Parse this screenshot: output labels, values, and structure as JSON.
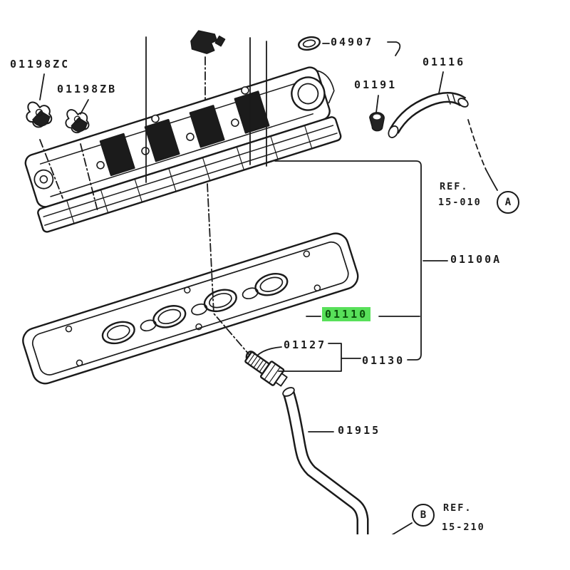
{
  "diagram_type": "engine-parts-catalog-exploded-view",
  "colors": {
    "background": "#ffffff",
    "ink": "#1c1c1c",
    "highlight_background": "#58e05a",
    "highlight_text": "#0a4f0a"
  },
  "labels": {
    "clip_zc": "01198ZC",
    "clip_zb": "01198ZB",
    "filler_cap_seal": "04907",
    "grommet": "01191",
    "vent_hose_upper": "01116",
    "rocker_cover_assy": "01100A",
    "rocker_cover_gasket": "01110",
    "pcv_valve": "01127",
    "pcv_valve_group": "01130",
    "breather_hose": "01915"
  },
  "refs": {
    "a": {
      "letter": "A",
      "line1": "REF.",
      "line2": "15-010"
    },
    "b": {
      "letter": "B",
      "line1": "REF.",
      "line2": "15-210"
    }
  },
  "highlighted_part": "01110"
}
